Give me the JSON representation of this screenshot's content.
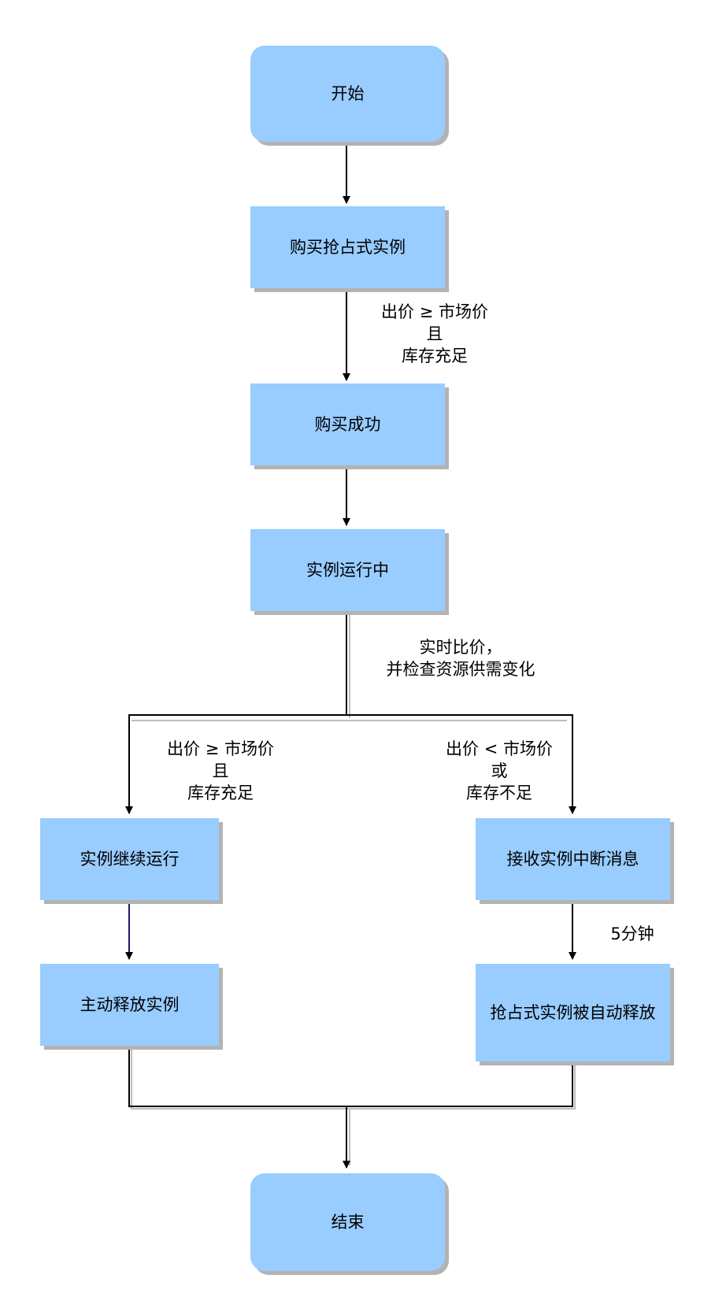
{
  "nodes": {
    "start": "开始",
    "buy_spot": "购买抢占式实例",
    "buy_success": "购买成功",
    "running": "实例运行中",
    "continue_running": "实例继续运行",
    "receive_interrupt": "接收实例中断消息",
    "manual_release": "主动释放实例",
    "auto_release": "抢占式实例被自动释放",
    "end": "结束"
  },
  "edge_labels": {
    "bid_ok": "出价 ≥ 市场价\n且\n库存充足",
    "realtime_compare": "实时比价，\n并检查资源供需变化",
    "bid_ok_branch": "出价 ≥ 市场价\n且\n库存充足",
    "bid_fail_branch": "出价 < 市场价\n或\n库存不足",
    "five_minutes": "5分钟"
  },
  "colors": {
    "node_fill": "#99ccff",
    "node_shadow": "#b3b3b3",
    "edge": "#000000"
  }
}
